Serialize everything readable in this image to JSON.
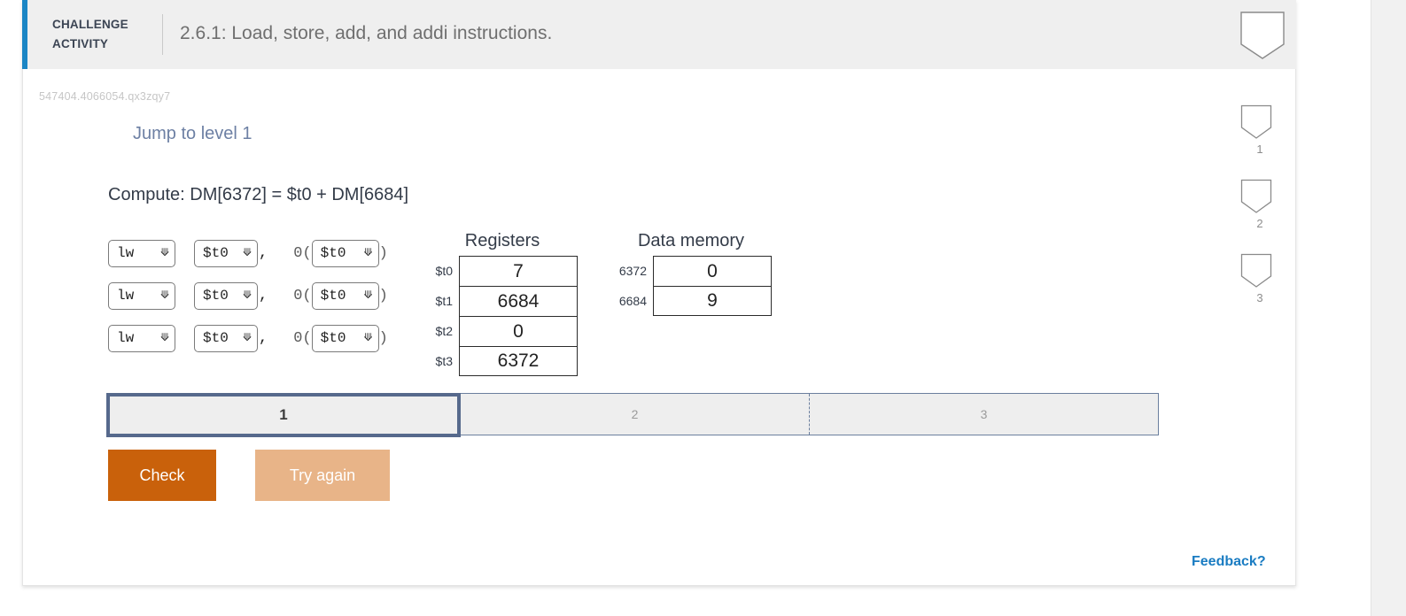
{
  "header": {
    "challenge_label": "CHALLENGE ACTIVITY",
    "challenge_label_line1": "CHALLENGE",
    "challenge_label_line2": "ACTIVITY",
    "title": "2.6.1: Load, store, add, and addi instructions.",
    "accent_color": "#1b86c5",
    "background": "#efefef"
  },
  "body": {
    "activity_id": "547404.4066054.qx3zqy7",
    "jump_link": "Jump to level 1",
    "compute_line": "Compute: DM[6372] = $t0 + DM[6684]"
  },
  "instructions": {
    "rows": [
      {
        "op": "lw",
        "dest": "$t0",
        "comma": ",",
        "offset": "0",
        "open_paren": "(",
        "base": "$t0",
        "close_paren": ")"
      },
      {
        "op": "lw",
        "dest": "$t0",
        "comma": ",",
        "offset": "0",
        "open_paren": "(",
        "base": "$t0",
        "close_paren": ")"
      },
      {
        "op": "lw",
        "dest": "$t0",
        "comma": ",",
        "offset": "0",
        "open_paren": "(",
        "base": "$t0",
        "close_paren": ")"
      }
    ],
    "caret": "⌄"
  },
  "registers": {
    "title": "Registers",
    "rows": [
      {
        "name": "$t0",
        "value": "7"
      },
      {
        "name": "$t1",
        "value": "6684"
      },
      {
        "name": "$t2",
        "value": "0"
      },
      {
        "name": "$t3",
        "value": "6372"
      }
    ]
  },
  "data_memory": {
    "title": "Data memory",
    "rows": [
      {
        "address": "6372",
        "value": "0"
      },
      {
        "address": "6684",
        "value": "9"
      }
    ]
  },
  "steps": {
    "items": [
      {
        "label": "1",
        "active": true
      },
      {
        "label": "2",
        "active": false
      },
      {
        "label": "3",
        "active": false
      }
    ],
    "active_border_color": "#56698c",
    "fill_color": "#eeeeee"
  },
  "buttons": {
    "check": "Check",
    "check_color": "#c9610b",
    "try_again": "Try again",
    "try_again_color": "#e8b488"
  },
  "footer": {
    "feedback": "Feedback?",
    "feedback_color": "#1a7cc2"
  },
  "badges": {
    "header_badge_icon": "shield-badge-icon",
    "items": [
      {
        "label": "1",
        "icon": "shield-badge-icon"
      },
      {
        "label": "2",
        "icon": "shield-badge-icon"
      },
      {
        "label": "3",
        "icon": "shield-badge-icon"
      }
    ]
  }
}
